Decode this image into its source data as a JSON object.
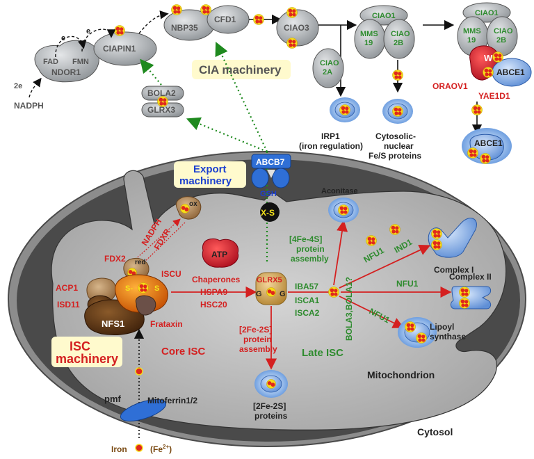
{
  "labels": {
    "nadph_top": "NADPH",
    "two_e": "2e",
    "e_minus_1": "e",
    "e_minus_2": "e",
    "fad": "FAD",
    "fmn": "FMN",
    "ndor1": "NDOR1",
    "ciapin1": "CIAPIN1",
    "nbp35": "NBP35",
    "cfd1": "CFD1",
    "ciao3": "CIAO3",
    "ciao1_a": "CIAO1",
    "mms19_a": "MMS\n19",
    "ciao2b_a": "CIAO\n2B",
    "ciao1_b": "CIAO1",
    "mms19_b": "MMS\n19",
    "ciao2b_b": "CIAO\n2B",
    "w": "W",
    "abce1_a": "ABCE1",
    "oraov1": "ORAOV1",
    "yae1d1": "YAE1D1",
    "abce1_b": "ABCE1",
    "ciao2a": "CIAO\n2A",
    "irp1": "IRP1",
    "iron_regulation": "(iron regulation)",
    "cyto_nuclear_1": "Cytosolic-",
    "cyto_nuclear_2": "nuclear",
    "cyto_nuclear_3": "Fe/S proteins",
    "cia_machinery": "CIA machinery",
    "bola2": "BOLA2",
    "glrx3": "GLRX3",
    "export_1": "Export",
    "export_2": "machinery",
    "abcb7": "ABCB7",
    "gsh": "GSH",
    "xs": "X-S",
    "aconitase": "Aconitase",
    "fe4s4_1": "[4Fe-4S]",
    "fe4s4_2": "protein",
    "fe4s4_3": "assembly",
    "nfu1_a": "NFU1",
    "ind1": "IND1",
    "complex1": "Complex I",
    "complex2": "Complex II",
    "nfu1_b": "NFU1",
    "nfu1_c": "NFU1",
    "lipoyl_1": "Lipoyl",
    "lipoyl_2": "synthase",
    "bola_side": "BOLA3,BOLA1?",
    "iba57": "IBA57",
    "isca1": "ISCA1",
    "isca2": "ISCA2",
    "late_isc": "Late ISC",
    "glrx5": "GLRX5",
    "g_left": "G",
    "g_right": "G",
    "fe2s2_1": "[2Fe-2S]",
    "fe2s2_2": "protein",
    "fe2s2_3": "assembly",
    "fe2s2_prot_1": "[2Fe-2S]",
    "fe2s2_prot_2": "proteins",
    "atp": "ATP",
    "chaperones": "Chaperones",
    "hspa9": "HSPA9",
    "hsc20": "HSC20",
    "nadph_mito": "NADPH",
    "fdxr": "FDXR",
    "ox": "ox",
    "red": "red",
    "fdx2": "FDX2",
    "iscu": "ISCU",
    "acp1": "ACP1",
    "isd11": "ISD11",
    "s_left": "S-",
    "s_right": "S",
    "nfs1": "NFS1",
    "frataxin": "Frataxin",
    "core_isc": "Core ISC",
    "isc_1": "ISC",
    "isc_2": "machinery",
    "mitochondrion": "Mitochondrion",
    "pmf": "pmf",
    "mitoferrin": "Mitoferrin1/2",
    "cytosol": "Cytosol",
    "iron": "Iron",
    "fe2plus": "(Fe",
    "fe2plus_sup": "2+",
    "fe2plus_end": ")"
  },
  "colors": {
    "outer_membrane": "#8c8c8c",
    "inner_space": "#4a4a4a",
    "matrix": "#bcbcbc",
    "protein_gray": "#b5b9bc",
    "core_isc_text": "#d42020",
    "late_isc_text": "#2e8b2e",
    "export_text": "#1b3fd0",
    "cluster_red": "#e0281c",
    "cluster_yellow": "#f5dc1a",
    "callout_bg": "#fffacd"
  }
}
